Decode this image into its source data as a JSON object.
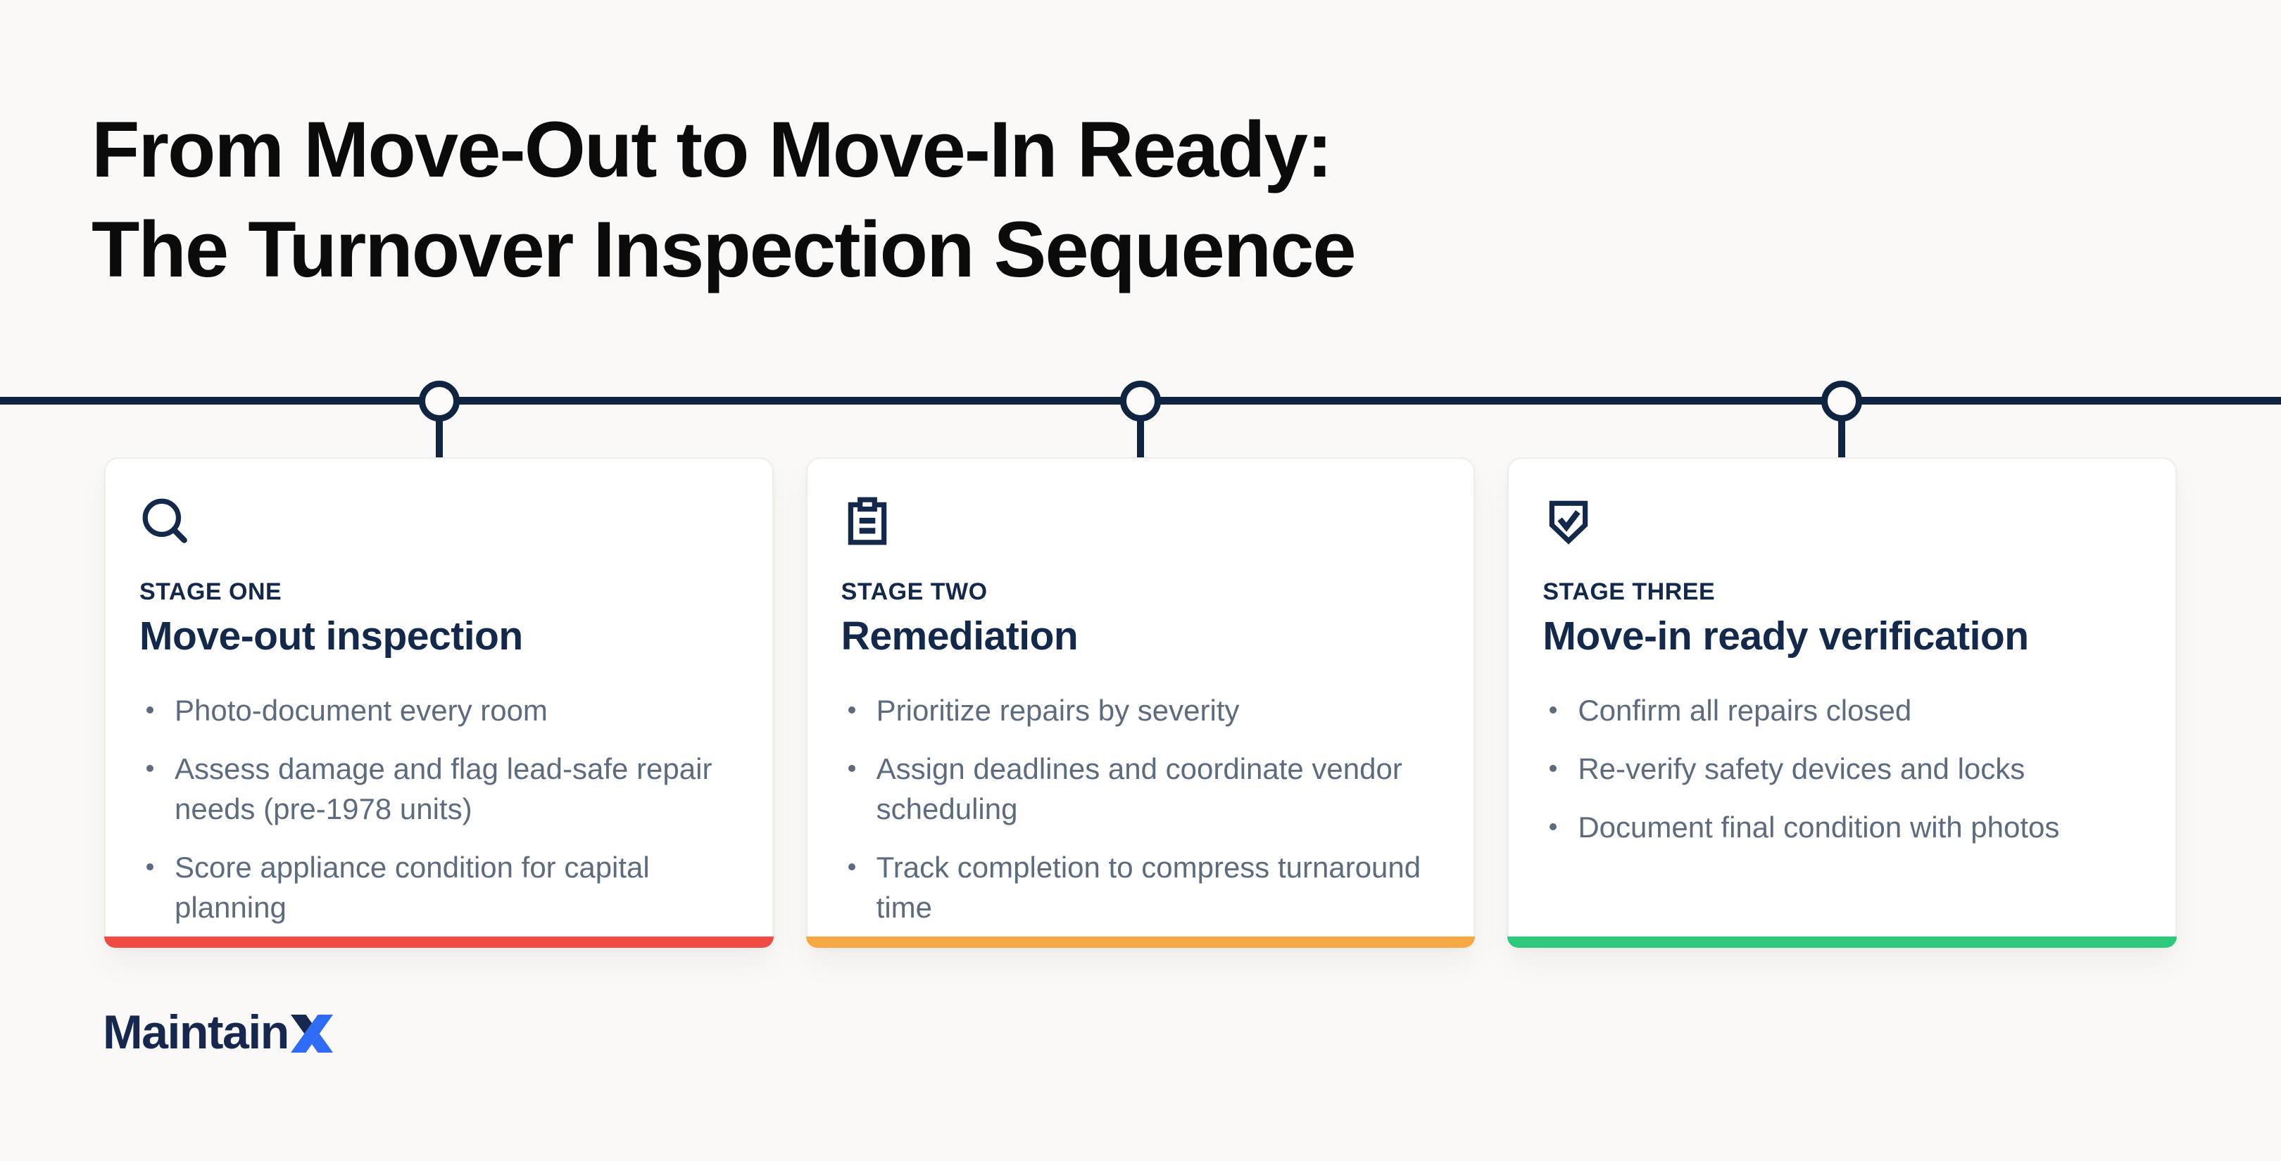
{
  "page": {
    "background_color": "#FAF9F7",
    "timeline_color": "#0E2440"
  },
  "title": {
    "line1": "From Move-Out to Move-In Ready:",
    "line2": "The Turnover Inspection Sequence"
  },
  "stages": [
    {
      "kicker": "STAGE ONE",
      "title": "Move-out inspection",
      "icon": "magnifier-icon",
      "accent_color": "#F04B42",
      "bullets": [
        "Photo-document every room",
        "Assess damage and flag lead-safe repair needs (pre-1978 units)",
        "Score appliance condition for capital planning"
      ]
    },
    {
      "kicker": "STAGE TWO",
      "title": "Remediation",
      "icon": "clipboard-icon",
      "accent_color": "#F7A843",
      "bullets": [
        "Prioritize repairs by severity",
        "Assign deadlines and coordinate vendor scheduling",
        "Track completion to compress turnaround time"
      ]
    },
    {
      "kicker": "STAGE THREE",
      "title": "Move-in ready verification",
      "icon": "shield-check-icon",
      "accent_color": "#2BC979",
      "bullets": [
        "Confirm all repairs closed",
        "Re-verify safety devices and locks",
        "Document final condition with photos"
      ]
    }
  ],
  "footer": {
    "logo_text": "Maintain",
    "logo_x": "X",
    "logo_navy": "#16284E",
    "logo_blue": "#2E6BF6"
  }
}
